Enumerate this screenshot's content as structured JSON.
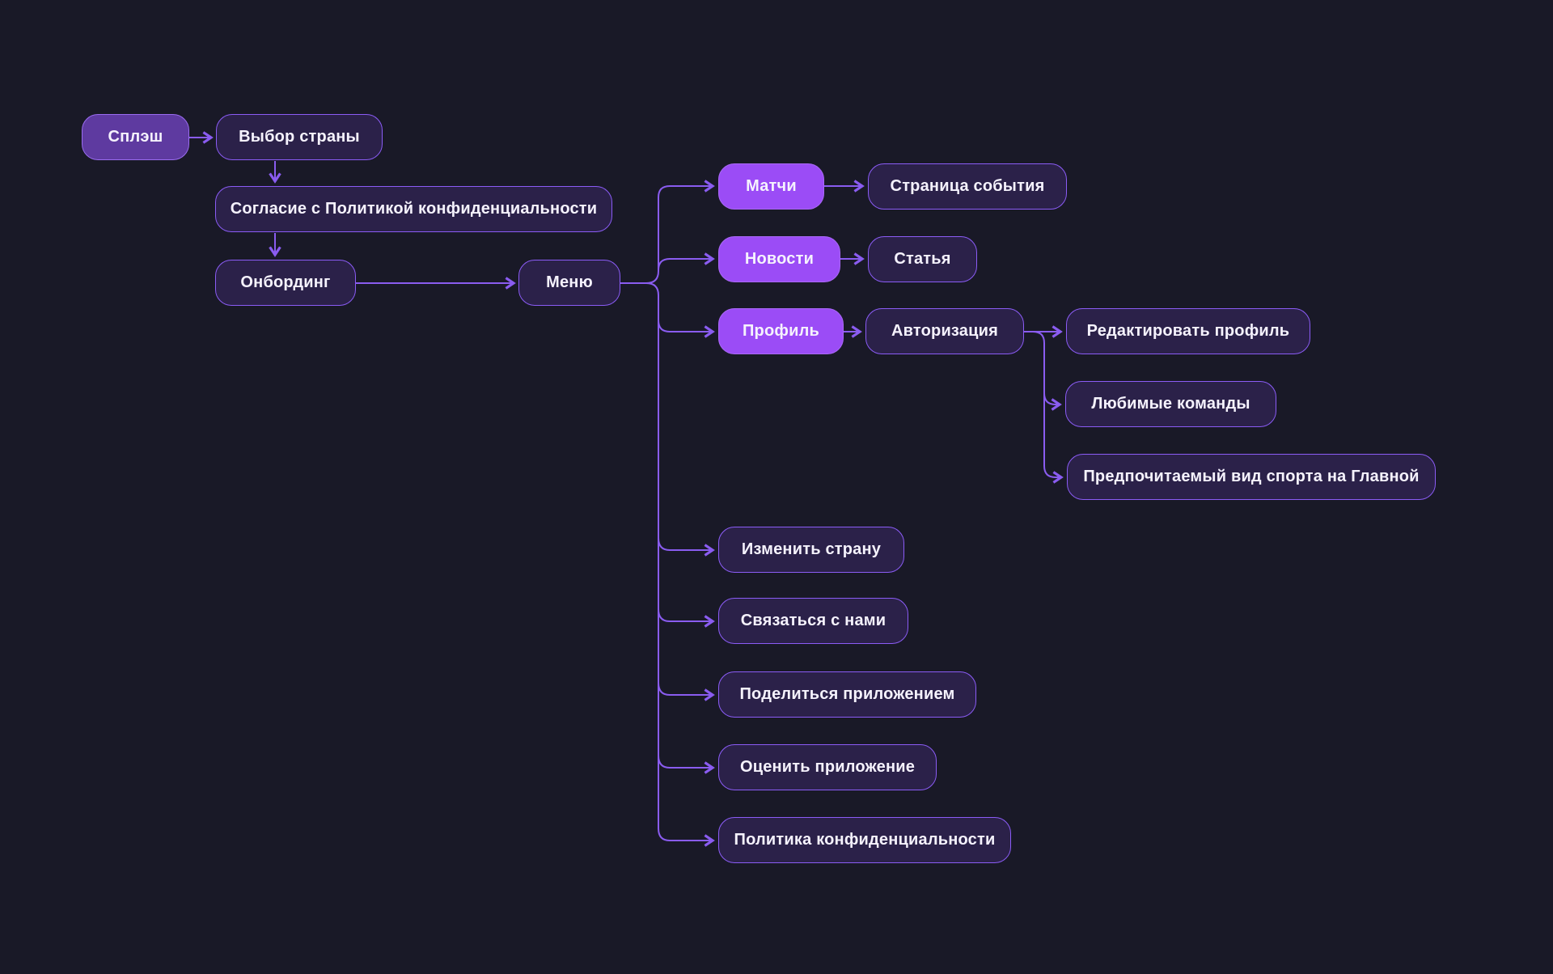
{
  "palette": {
    "background": "#191927",
    "node_fill_dark": "#2b2149",
    "node_border": "#8b5cf6",
    "node_fill_bright": "#9b4cf6",
    "node_border_bright": "#a968f7",
    "node_fill_splash": "#5e3aa0",
    "node_border_splash": "#9a6cf0",
    "connector": "#8a5cf0",
    "text": "#f5f2fd"
  },
  "nodes": {
    "splash": {
      "label": "Сплэш",
      "variant": "splash"
    },
    "country_select": {
      "label": "Выбор страны",
      "variant": "dark"
    },
    "privacy_consent": {
      "label": "Согласие с Политикой конфиденциальности",
      "variant": "dark"
    },
    "onboarding": {
      "label": "Онбординг",
      "variant": "dark"
    },
    "menu": {
      "label": "Меню",
      "variant": "dark"
    },
    "matches": {
      "label": "Матчи",
      "variant": "bright"
    },
    "event_page": {
      "label": "Страница события",
      "variant": "dark"
    },
    "news": {
      "label": "Новости",
      "variant": "bright"
    },
    "article": {
      "label": "Статья",
      "variant": "dark"
    },
    "profile": {
      "label": "Профиль",
      "variant": "bright"
    },
    "authorization": {
      "label": "Авторизация",
      "variant": "dark"
    },
    "edit_profile": {
      "label": "Редактировать профиль",
      "variant": "dark"
    },
    "favorite_teams": {
      "label": "Любимые команды",
      "variant": "dark"
    },
    "preferred_sport": {
      "label": "Предпочитаемый вид спорта на Главной",
      "variant": "dark"
    },
    "change_country": {
      "label": "Изменить страну",
      "variant": "dark"
    },
    "contact_us": {
      "label": "Связаться с нами",
      "variant": "dark"
    },
    "share_app": {
      "label": "Поделиться приложением",
      "variant": "dark"
    },
    "rate_app": {
      "label": "Оценить приложение",
      "variant": "dark"
    },
    "privacy_policy": {
      "label": "Политика конфиденциальности",
      "variant": "dark"
    }
  },
  "connections": [
    {
      "from": "splash",
      "to": "country_select"
    },
    {
      "from": "country_select",
      "to": "privacy_consent"
    },
    {
      "from": "privacy_consent",
      "to": "onboarding"
    },
    {
      "from": "onboarding",
      "to": "menu"
    },
    {
      "from": "menu",
      "to": "matches"
    },
    {
      "from": "menu",
      "to": "news"
    },
    {
      "from": "menu",
      "to": "profile"
    },
    {
      "from": "menu",
      "to": "change_country"
    },
    {
      "from": "menu",
      "to": "contact_us"
    },
    {
      "from": "menu",
      "to": "share_app"
    },
    {
      "from": "menu",
      "to": "rate_app"
    },
    {
      "from": "menu",
      "to": "privacy_policy"
    },
    {
      "from": "matches",
      "to": "event_page"
    },
    {
      "from": "news",
      "to": "article"
    },
    {
      "from": "profile",
      "to": "authorization"
    },
    {
      "from": "authorization",
      "to": "edit_profile"
    },
    {
      "from": "authorization",
      "to": "favorite_teams"
    },
    {
      "from": "authorization",
      "to": "preferred_sport"
    }
  ]
}
